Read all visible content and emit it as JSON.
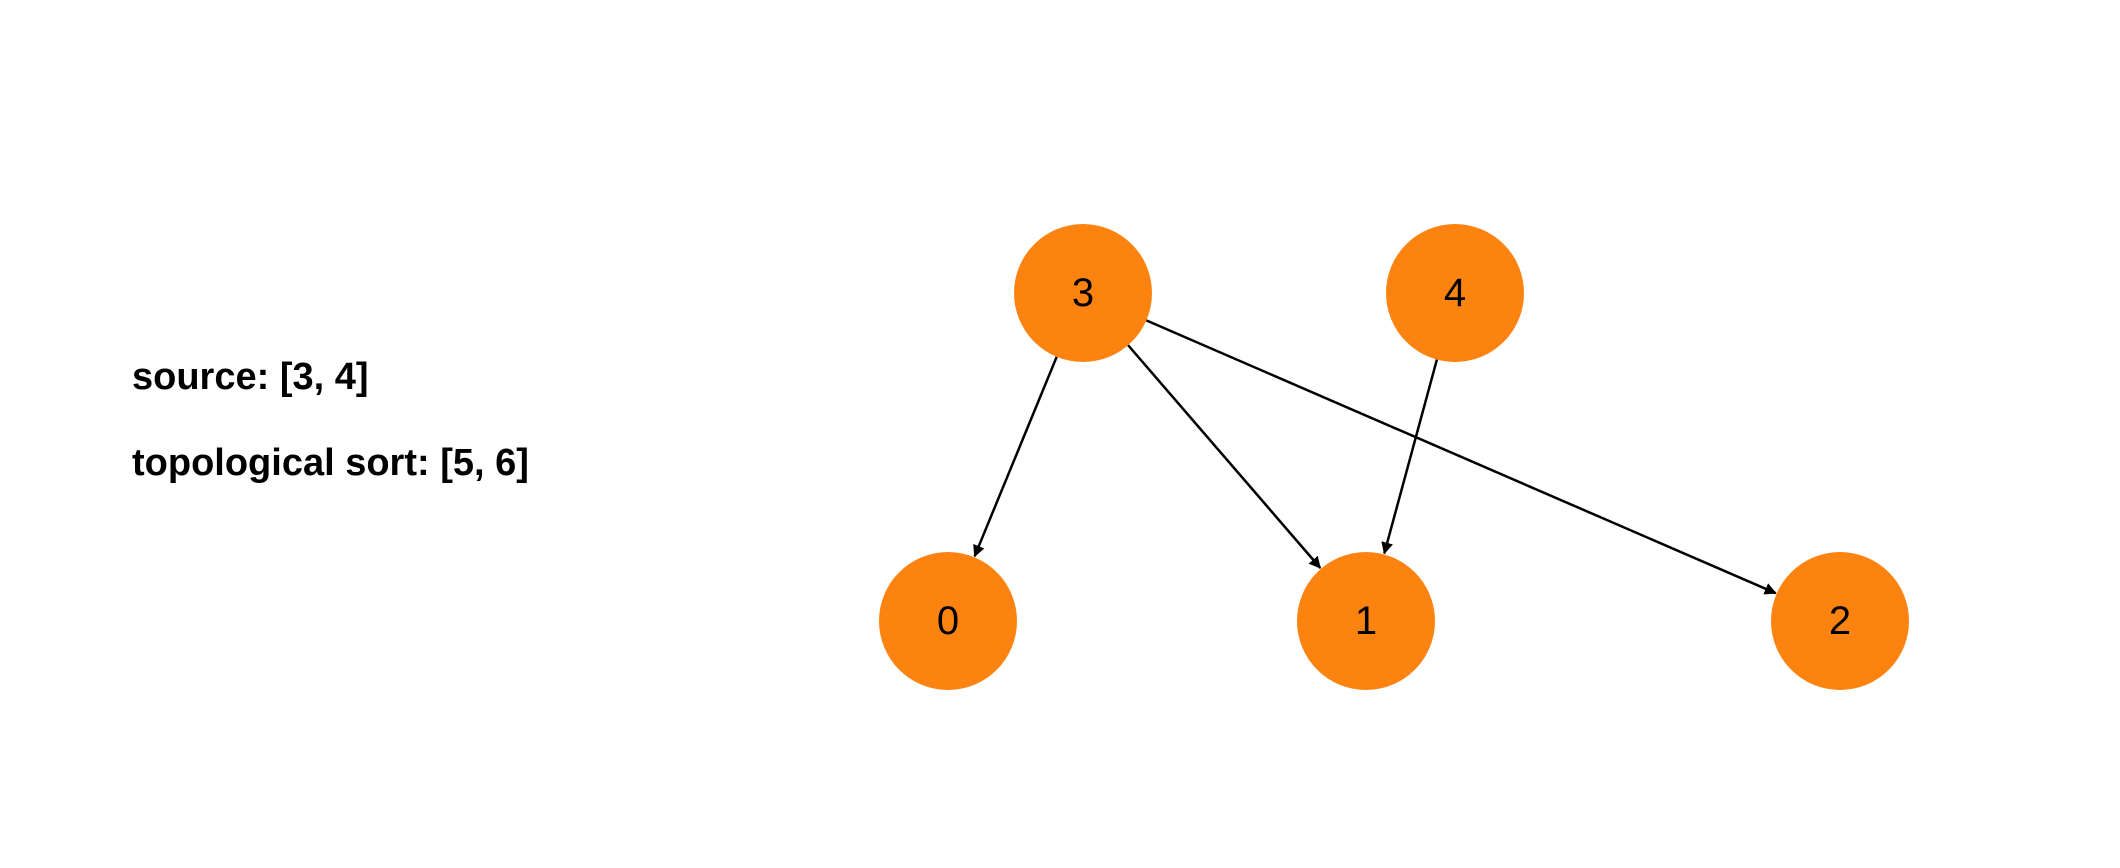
{
  "info": {
    "source_label": "source:",
    "source_value": "[3, 4]",
    "topo_label": "topological sort:",
    "topo_value": "[5, 6]"
  },
  "colors": {
    "node_fill": "#fd8310",
    "edge": "#000000",
    "text": "#000000"
  },
  "graph": {
    "nodes": [
      {
        "id": "3",
        "label": "3"
      },
      {
        "id": "4",
        "label": "4"
      },
      {
        "id": "0",
        "label": "0"
      },
      {
        "id": "1",
        "label": "1"
      },
      {
        "id": "2",
        "label": "2"
      }
    ],
    "edges": [
      {
        "from": "3",
        "to": "0"
      },
      {
        "from": "3",
        "to": "1"
      },
      {
        "from": "3",
        "to": "2"
      },
      {
        "from": "4",
        "to": "1"
      }
    ]
  }
}
